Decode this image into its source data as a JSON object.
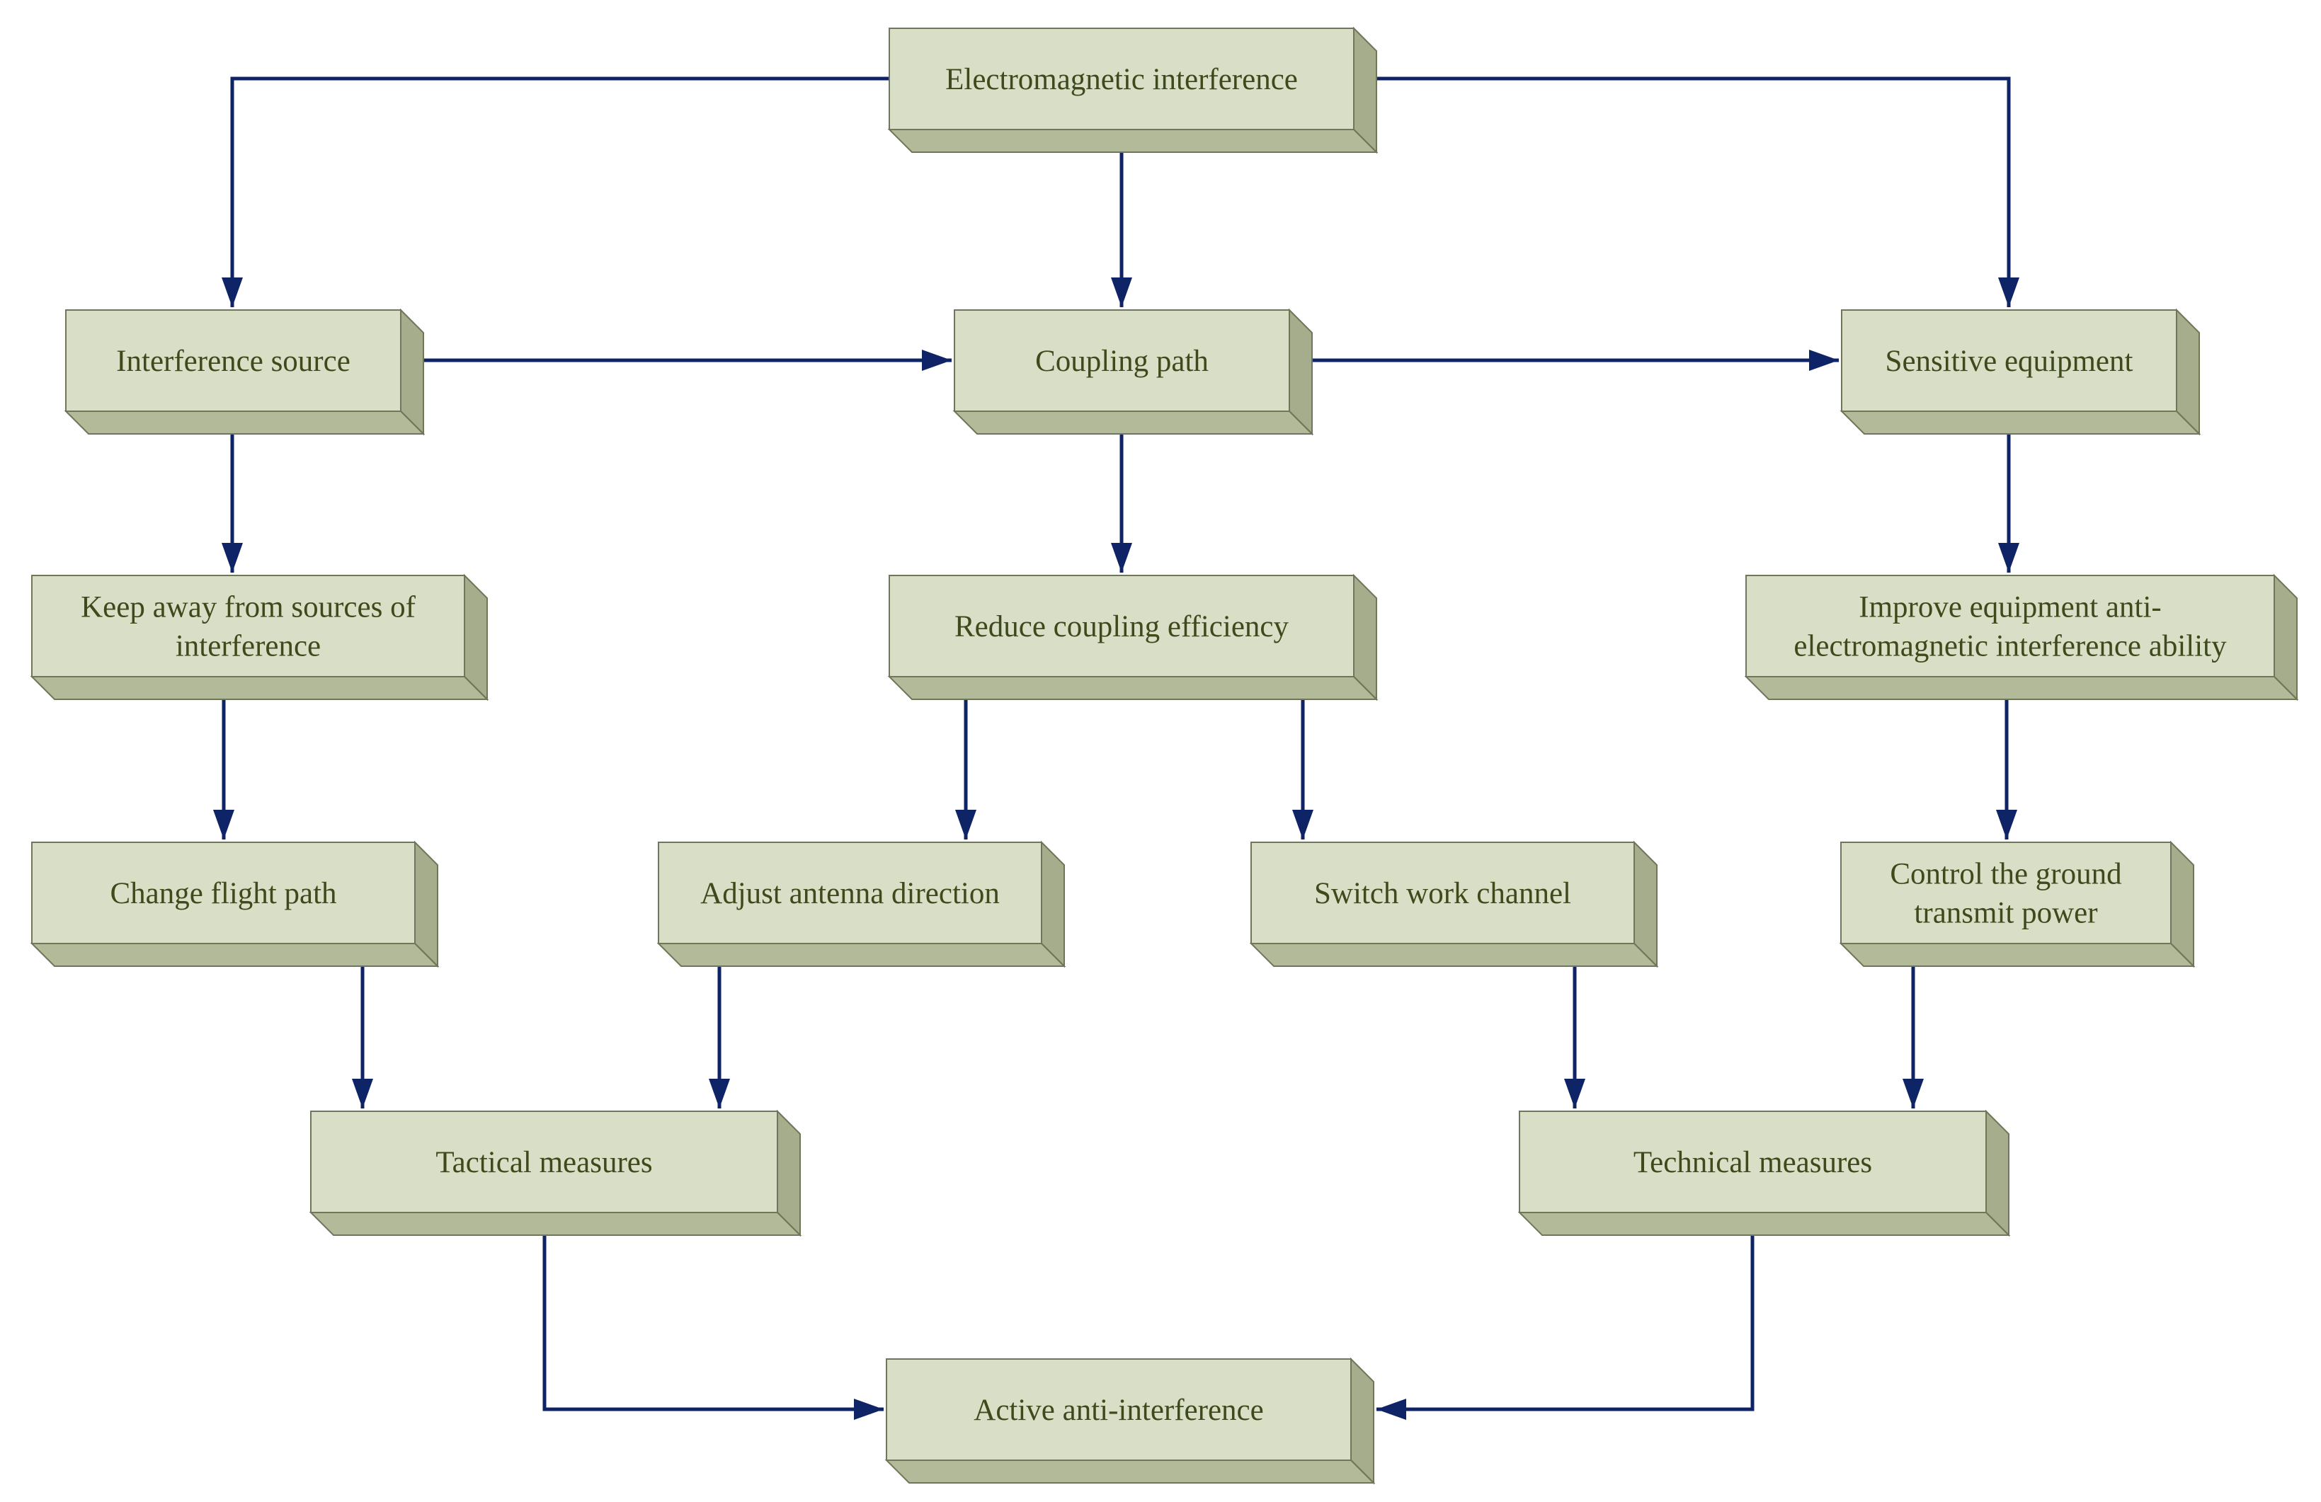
{
  "colors": {
    "box_face": "#d9dfc6",
    "box_edge_dark": "#8f9778",
    "box_side": "#a5ad8c",
    "box_bottom": "#b3ba9a",
    "box_outline": "#6f7659",
    "text": "#3e4a1c",
    "arrow": "#0f2466"
  },
  "nodes": {
    "em": {
      "lines": [
        "Electromagnetic interference"
      ]
    },
    "src": {
      "lines": [
        "Interference source"
      ]
    },
    "cpl": {
      "lines": [
        "Coupling path"
      ]
    },
    "sens": {
      "lines": [
        "Sensitive equipment"
      ]
    },
    "away": {
      "lines": [
        "Keep away from sources of",
        "interference"
      ]
    },
    "reduce": {
      "lines": [
        "Reduce coupling efficiency"
      ]
    },
    "improve": {
      "lines": [
        "Improve equipment anti-",
        "electromagnetic interference ability"
      ]
    },
    "flight": {
      "lines": [
        "Change flight path"
      ]
    },
    "antenna": {
      "lines": [
        "Adjust antenna direction"
      ]
    },
    "switch": {
      "lines": [
        "Switch work channel"
      ]
    },
    "power": {
      "lines": [
        "Control the ground",
        "transmit power"
      ]
    },
    "tactical": {
      "lines": [
        "Tactical measures"
      ]
    },
    "technical": {
      "lines": [
        "Technical measures"
      ]
    },
    "active": {
      "lines": [
        "Active anti-interference"
      ]
    }
  },
  "edges": [
    {
      "from": "em",
      "to": "src"
    },
    {
      "from": "em",
      "to": "cpl"
    },
    {
      "from": "em",
      "to": "sens"
    },
    {
      "from": "src",
      "to": "cpl"
    },
    {
      "from": "cpl",
      "to": "sens"
    },
    {
      "from": "src",
      "to": "away"
    },
    {
      "from": "cpl",
      "to": "reduce"
    },
    {
      "from": "sens",
      "to": "improve"
    },
    {
      "from": "away",
      "to": "flight"
    },
    {
      "from": "reduce",
      "to": "antenna"
    },
    {
      "from": "reduce",
      "to": "switch"
    },
    {
      "from": "improve",
      "to": "power"
    },
    {
      "from": "flight",
      "to": "tactical"
    },
    {
      "from": "antenna",
      "to": "tactical"
    },
    {
      "from": "switch",
      "to": "technical"
    },
    {
      "from": "power",
      "to": "technical"
    },
    {
      "from": "tactical",
      "to": "active"
    },
    {
      "from": "technical",
      "to": "active"
    }
  ]
}
